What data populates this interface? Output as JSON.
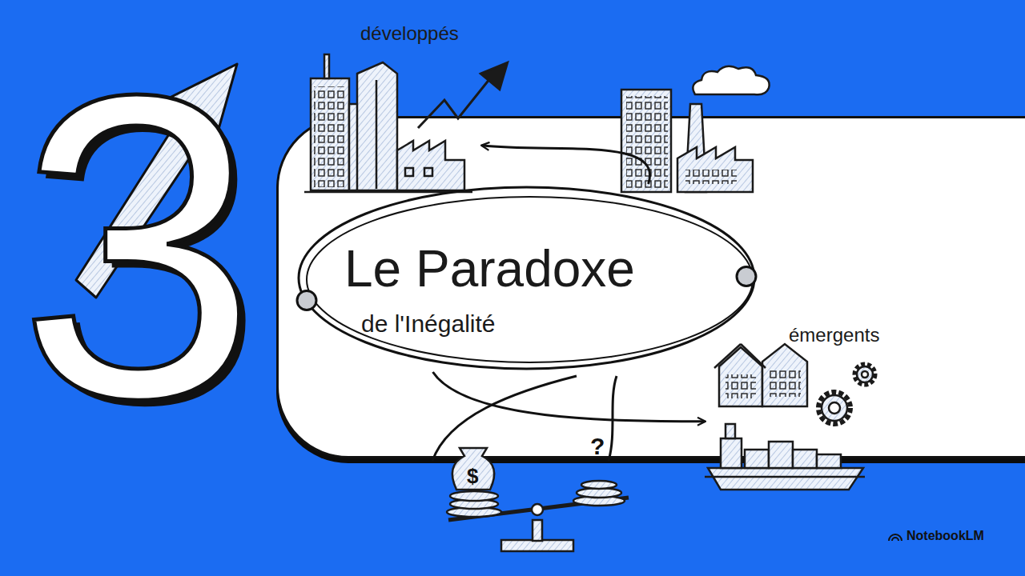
{
  "diagram": {
    "nodes": [
      {
        "text": [
          "développés"
        ]
      },
      {
        "text": [
          "Le Paradoxe",
          "de l'Inégalité"
        ]
      },
      {
        "text": [
          "émergents"
        ]
      }
    ],
    "edges": [
      {
        "from": 1,
        "to": 0,
        "arrow": "to"
      },
      {
        "from": 1,
        "to": 2,
        "arrow": "to"
      }
    ],
    "labels": [
      "3",
      "$",
      "?",
      "NotebookLM"
    ]
  }
}
